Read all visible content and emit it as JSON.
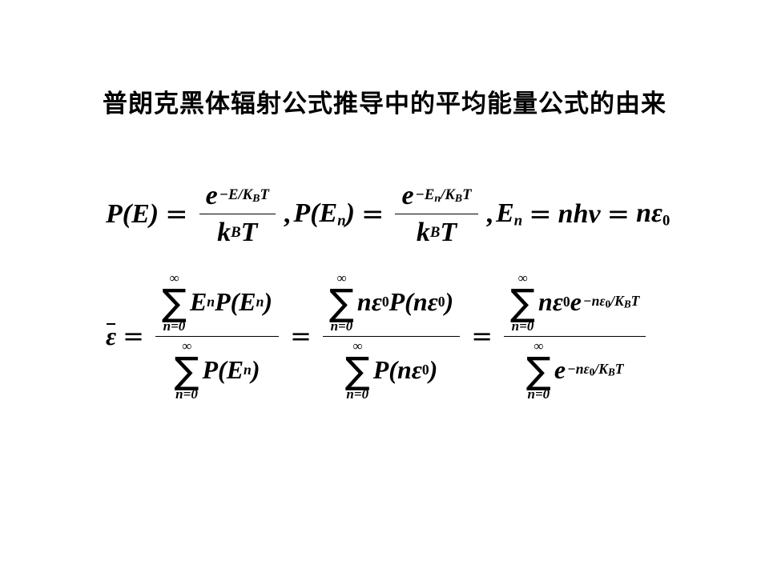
{
  "slide": {
    "title": "普朗克黑体辐射公式推导中的平均能量公式的由来"
  },
  "formula1": {
    "P_E": "P(E)",
    "eq": "=",
    "e": "e",
    "exp1": "−E/K",
    "B": "B",
    "T": "T",
    "k": "k",
    "comma": ",",
    "P_En_open": "P(E",
    "n": "n",
    "close": ")",
    "exp2_start": "−E",
    "exp2_mid": "/K",
    "E": "E",
    "nhv": "nhν",
    "n_eps": "nε",
    "zero": "0"
  },
  "formula2": {
    "eps_bar": "ε",
    "eq": "=",
    "infinity": "∞",
    "n_eq_0": "n=0",
    "sigma": "∑",
    "E": "E",
    "n": "n",
    "P": "P",
    "P_open": "P(",
    "close": ")",
    "P_En_open": "P(E",
    "n_eps": "nε",
    "zero": "0",
    "paren_n_eps": "(nε",
    "e": "e",
    "exp_n_eps": "−nε",
    "exp_tail": "/K",
    "B": "B",
    "T": "T"
  }
}
